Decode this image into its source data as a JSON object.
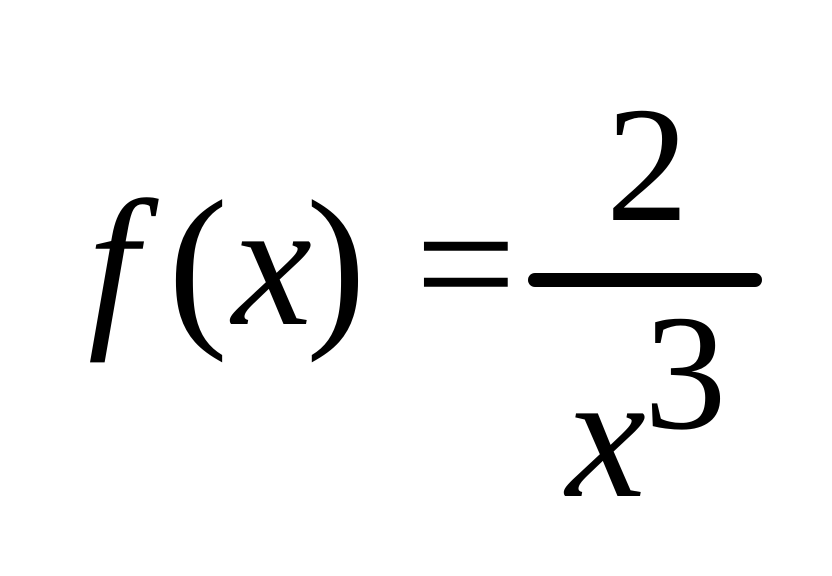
{
  "formula": {
    "function_name": "f",
    "open_paren": "(",
    "variable": "x",
    "close_paren": ")",
    "equals": "=",
    "numerator": "2",
    "denominator_base": "x",
    "denominator_exponent": "3"
  },
  "colors": {
    "text": "#000000",
    "background": "#ffffff"
  }
}
